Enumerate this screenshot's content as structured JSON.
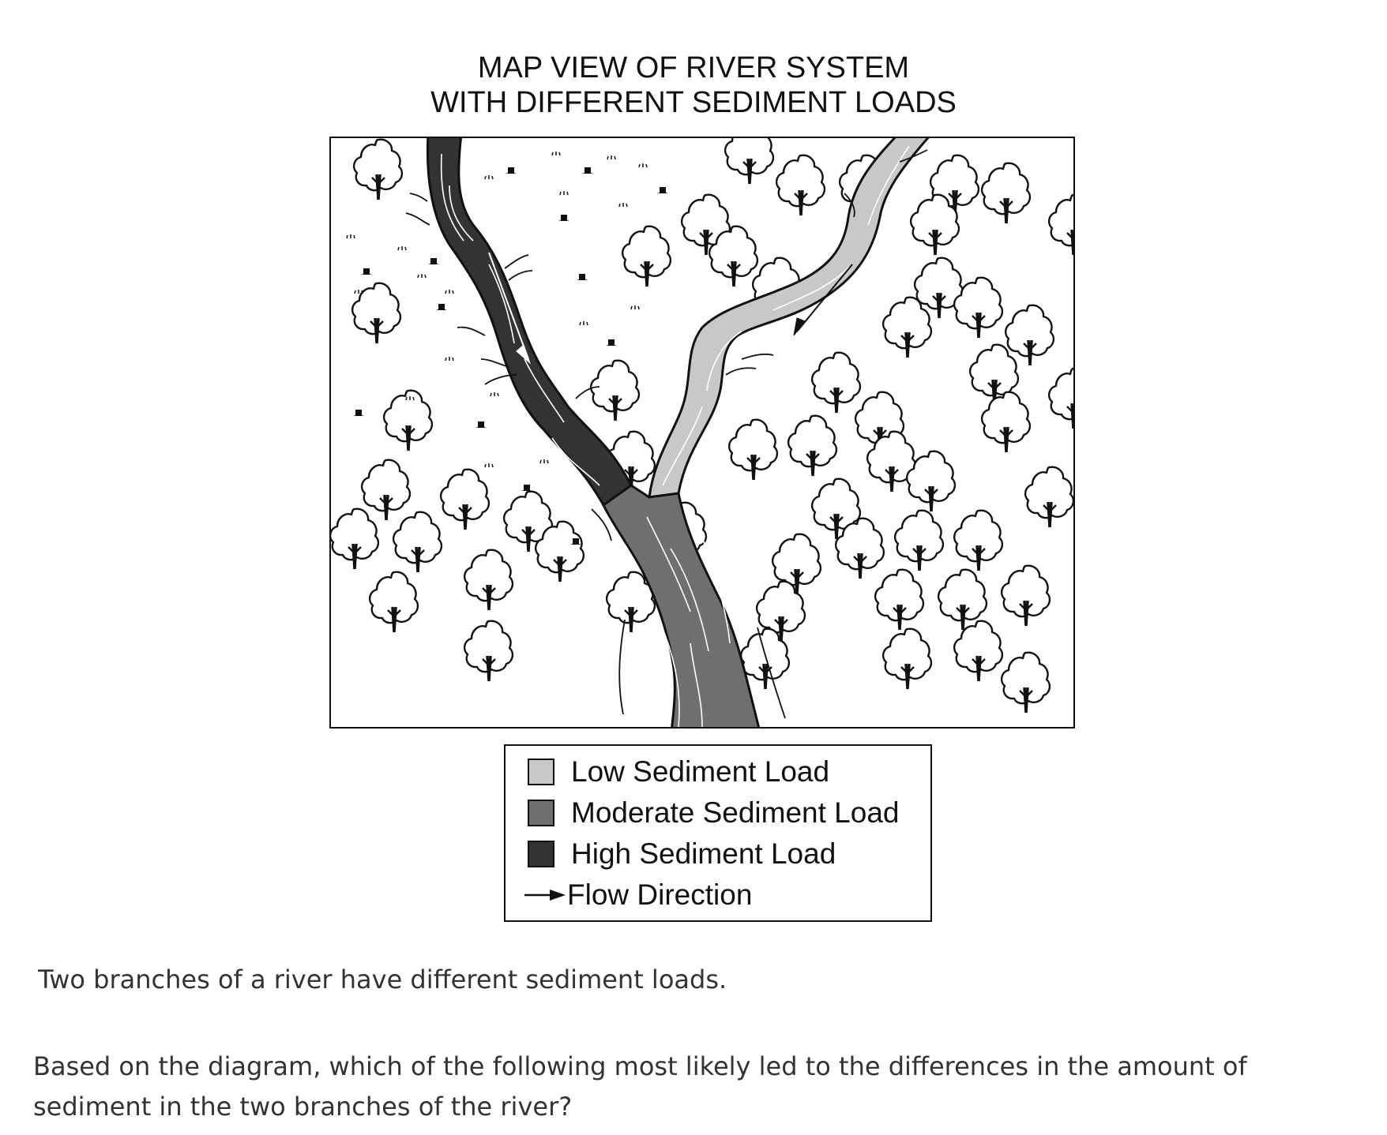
{
  "diagram": {
    "title_line1": "MAP VIEW OF RIVER SYSTEM",
    "title_line2": "WITH DIFFERENT SEDIMENT LOADS",
    "colors": {
      "low": "#c8c8c8",
      "moderate": "#6f6f6f",
      "high": "#333333"
    }
  },
  "legend": {
    "items": [
      {
        "label": "Low Sediment Load",
        "color": "#c8c8c8"
      },
      {
        "label": "Moderate Sediment Load",
        "color": "#6f6f6f"
      },
      {
        "label": "High Sediment Load",
        "color": "#333333"
      }
    ],
    "arrow_label": "Flow Direction"
  },
  "text": {
    "caption": "Two branches of a river have different sediment loads.",
    "question": "Based on the diagram, which of the following most likely led to the differences in the amount of sediment in the two branches of the river?"
  }
}
